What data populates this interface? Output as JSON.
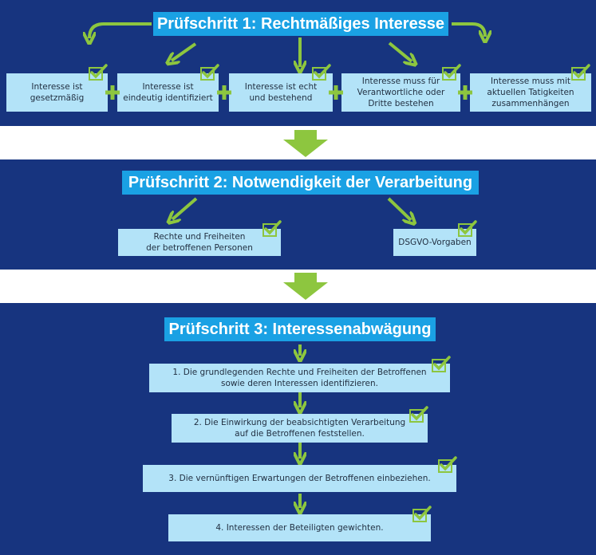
{
  "stage1": {
    "title": "Prüfschritt 1: Rechtmäßiges Interesse",
    "criteria": [
      "Interesse ist\ngesetzmäßig",
      "Interesse ist\neindeutig identifiziert",
      "Interesse ist echt\nund bestehend",
      "Interesse muss für\nVerantwortliche oder\nDritte bestehen",
      "Interesse muss mit\naktuellen Tatigkeiten\nzusammenhängen"
    ]
  },
  "stage2": {
    "title": "Prüfschritt 2: Notwendigkeit der Verarbeitung",
    "criteria": [
      "Rechte und Freiheiten\nder betroffenen Personen",
      "DSGVO-Vorgaben"
    ]
  },
  "stage3": {
    "title": "Prüfschritt 3: Interessenabwägung",
    "steps": [
      "1. Die grundlegenden Rechte und Freiheiten der Betroffenen\nsowie deren Interessen identifizieren.",
      "2. Die Einwirkung der beabsichtigten Verarbeitung\nauf die Betroffenen feststellen.",
      "3. Die vernünftigen Erwartungen der Betroffenen einbeziehen.",
      "4. Interessen der Beteiligten gewichten."
    ]
  },
  "colors": {
    "panel": "#17347f",
    "title_bg": "#1aa1e4",
    "box_bg": "#b3e3f8",
    "accent_green": "#8dc63f"
  },
  "icons": {
    "check": "check-icon",
    "plus": "plus-icon",
    "arrow": "arrow-icon"
  }
}
